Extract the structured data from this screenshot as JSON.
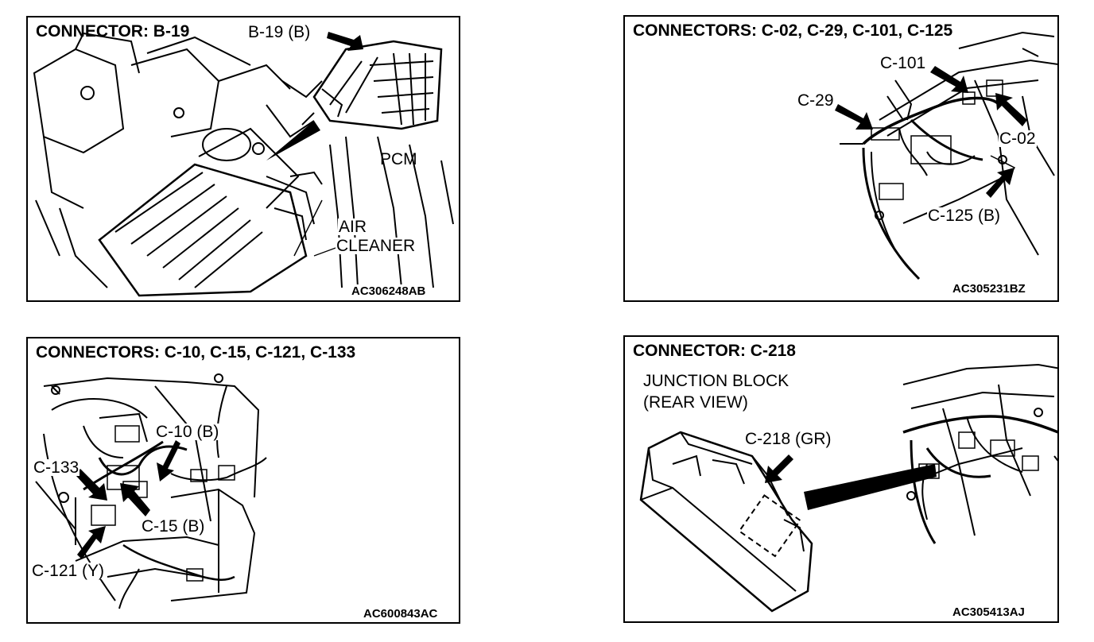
{
  "panels": [
    {
      "title": "CONNECTOR: B-19",
      "labels": {
        "b19": "B-19 (B)",
        "pcm": "PCM",
        "air": "AIR",
        "cleaner": "CLEANER"
      },
      "code": "AC306248AB"
    },
    {
      "title": "CONNECTORS: C-02, C-29, C-101, C-125",
      "labels": {
        "c101": "C-101",
        "c29": "C-29",
        "c02": "C-02",
        "c125": "C-125 (B)"
      },
      "code": "AC305231BZ"
    },
    {
      "title": "CONNECTORS: C-10, C-15, C-121, C-133",
      "labels": {
        "c10": "C-10 (B)",
        "c133": "C-133",
        "c15": "C-15 (B)",
        "c121": "C-121 (Y)"
      },
      "code": "AC600843AC"
    },
    {
      "title": "CONNECTOR: C-218",
      "labels": {
        "jb1": "JUNCTION BLOCK",
        "jb2": "(REAR VIEW)",
        "c218": "C-218 (GR)"
      },
      "code": "AC305413AJ"
    }
  ]
}
